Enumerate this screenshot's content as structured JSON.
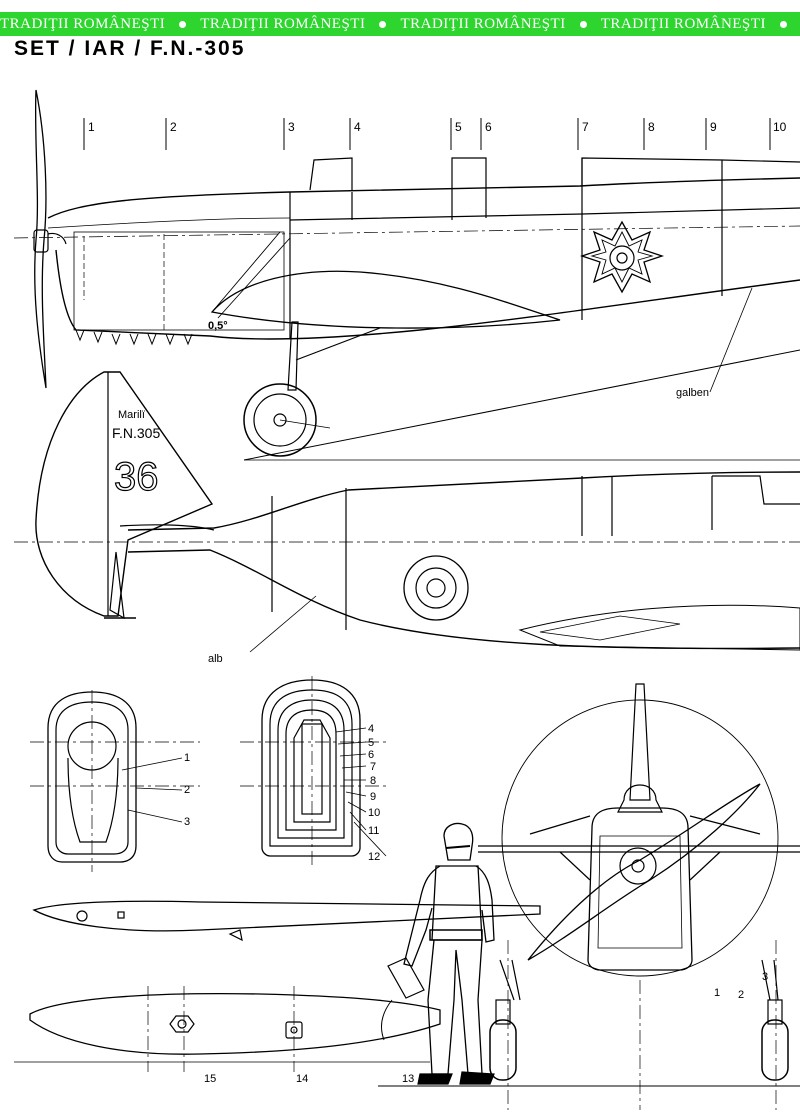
{
  "banner": {
    "items": [
      "TRADIŢII ROMÂNEŞTI",
      "TRADIŢII ROMÂNEŞTI",
      "TRADIŢII ROMÂNEŞTI",
      "TRADIŢII ROMÂNEŞTI"
    ],
    "color": "#2fd52f"
  },
  "title": "SET / IAR / F.N.-305",
  "stations": [
    "1",
    "2",
    "3",
    "4",
    "5",
    "6",
    "7",
    "8",
    "9",
    "10"
  ],
  "side_view": {
    "angle_label": "0,5°",
    "color_callout": "galben"
  },
  "top_view": {
    "tail_text_line1": "Marilï",
    "tail_text_line2": "F.N.305",
    "number": "36",
    "color_callout": "alb"
  },
  "detail_callouts": [
    "1",
    "2",
    "3",
    "4",
    "5",
    "6",
    "7",
    "8",
    "9",
    "10",
    "11",
    "12"
  ],
  "lower_callouts": [
    "15",
    "14",
    "13",
    "1",
    "2",
    "3"
  ]
}
